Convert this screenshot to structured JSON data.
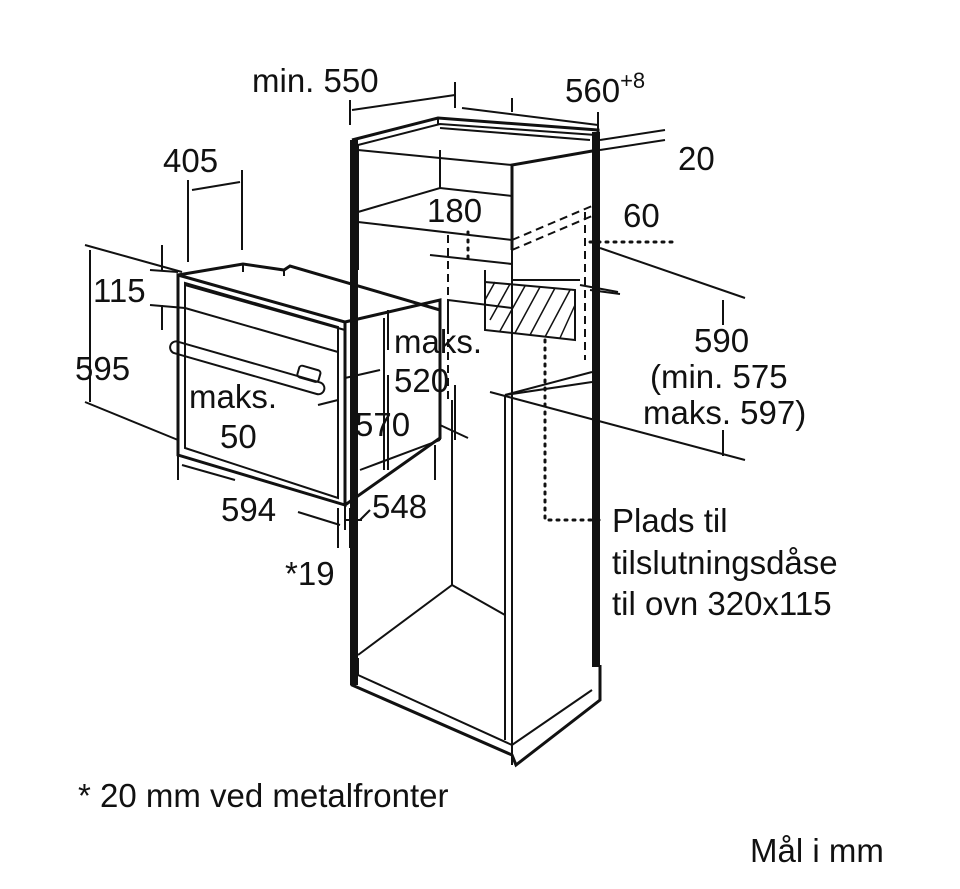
{
  "dimensions": {
    "min_550": "min. 550",
    "d560_base": "560",
    "d560_sup": "+8",
    "d20": "20",
    "d405": "405",
    "d180": "180",
    "d60": "60",
    "d115": "115",
    "d595": "595",
    "maks_520_line1": "maks.",
    "maks_520_line2": "520",
    "d590": "590",
    "min_575": "(min. 575",
    "maks_597": "maks. 597)",
    "maks_50_line1": "maks.",
    "maks_50_line2": "50",
    "d570": "570",
    "d594": "594",
    "d548": "548",
    "star19": "*19"
  },
  "notes": {
    "socket_line1": "Plads til",
    "socket_line2": "tilslutningsdåse",
    "socket_line3": "til ovn 320x115",
    "footnote": "* 20 mm ved metalfronter",
    "units": "Mål i mm"
  }
}
